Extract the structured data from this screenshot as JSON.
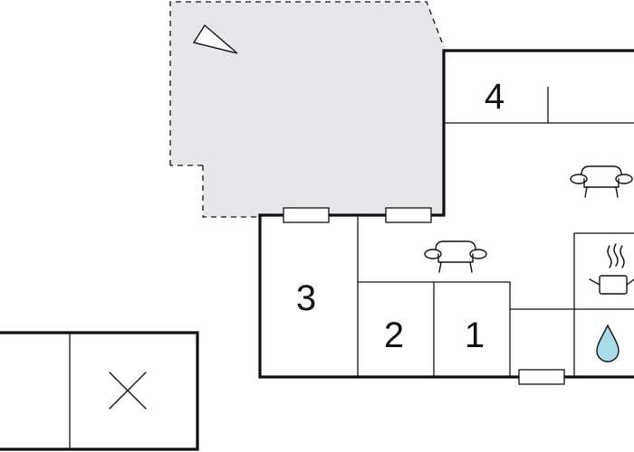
{
  "rooms": [
    {
      "label": "4"
    },
    {
      "label": "3"
    },
    {
      "label": "2"
    },
    {
      "label": "1"
    }
  ],
  "icons": {
    "compass": "north-arrow-icon",
    "sofa": "sofa-icon",
    "kitchen": "cooking-pot-icon",
    "bathroom": "water-drop-icon",
    "storage": "cross-icon"
  },
  "colors": {
    "terrace": "#e6e6eb",
    "walls": "#111111",
    "water": "#a8dcea"
  }
}
